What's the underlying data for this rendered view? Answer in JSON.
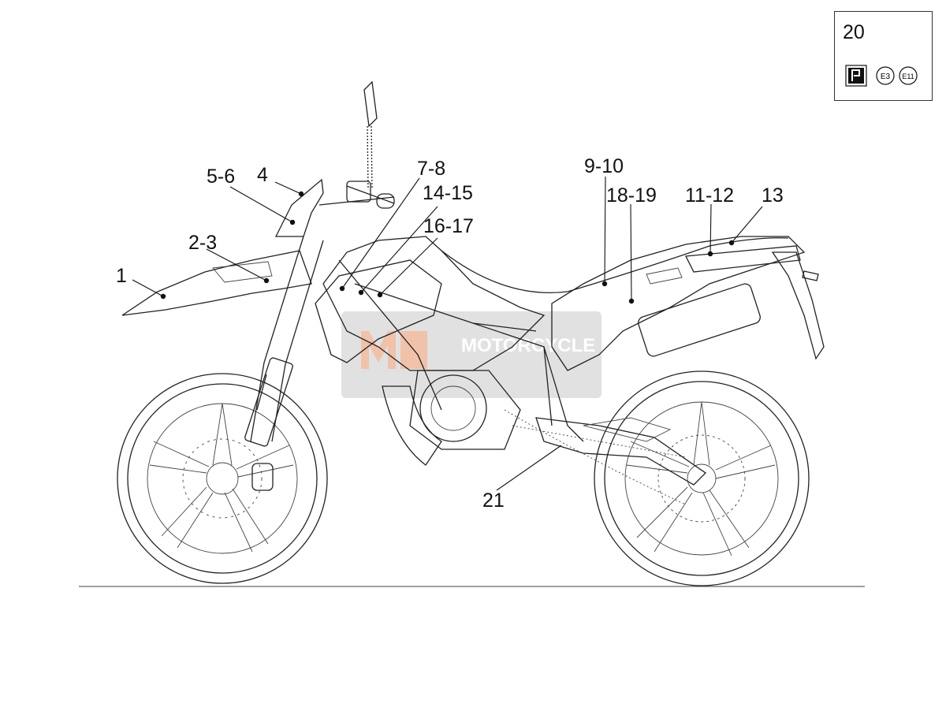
{
  "legend": {
    "number": "20",
    "marks": [
      {
        "label": "E3",
        "icon": "e3-approval-mark-icon"
      },
      {
        "label": "E11",
        "icon": "e11-approval-mark-icon"
      }
    ],
    "brand_icon": "brand-logo-icon"
  },
  "callouts": [
    {
      "id": "c1",
      "label": "1"
    },
    {
      "id": "c2",
      "label": "2-3"
    },
    {
      "id": "c3",
      "label": "5-6"
    },
    {
      "id": "c4",
      "label": "4"
    },
    {
      "id": "c5",
      "label": "7-8"
    },
    {
      "id": "c6",
      "label": "14-15"
    },
    {
      "id": "c7",
      "label": "16-17"
    },
    {
      "id": "c8",
      "label": "9-10"
    },
    {
      "id": "c9",
      "label": "18-19"
    },
    {
      "id": "c10",
      "label": "11-12"
    },
    {
      "id": "c11",
      "label": "13"
    },
    {
      "id": "c12",
      "label": "21"
    }
  ],
  "watermark": {
    "text": "MOTORCYCLE",
    "color": "#d9a58a"
  },
  "colors": {
    "line": "#222222",
    "watermark_box": "#c8c8c8"
  }
}
